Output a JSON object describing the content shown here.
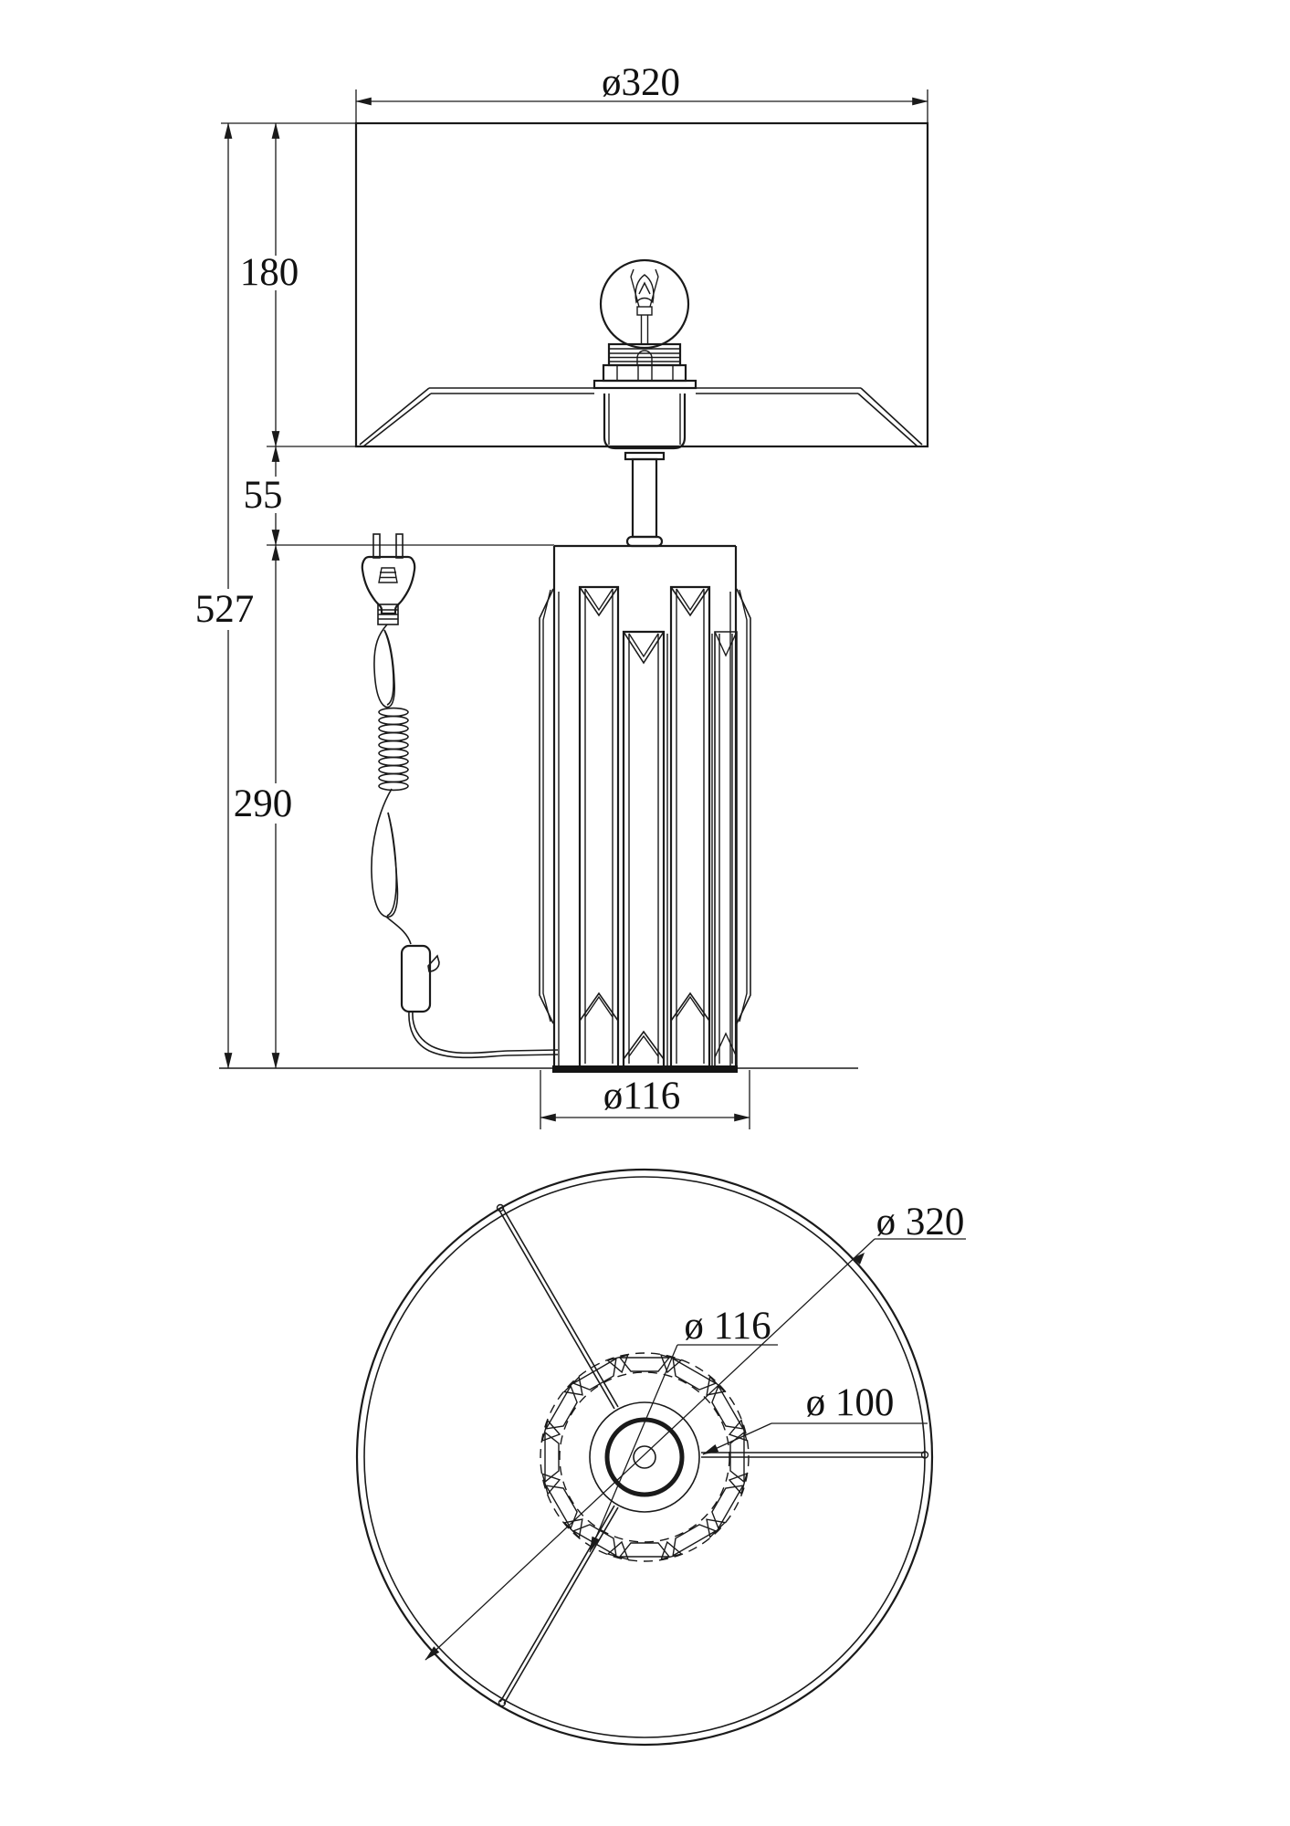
{
  "drawing": {
    "kind": "table-lamp technical drawing",
    "views": [
      "front elevation",
      "bottom plan"
    ]
  },
  "colors": {
    "line": "#1a1a1a",
    "background": "#ffffff"
  },
  "dims": {
    "shade_diameter": "ø320",
    "shade_height": "180",
    "neck_height": "55",
    "total_height": "527",
    "base_height": "290",
    "base_diameter": "ø116"
  },
  "plan": {
    "shade_diameter": "ø 320",
    "base_diameter": "ø 116",
    "hub_diameter": "ø 100"
  }
}
